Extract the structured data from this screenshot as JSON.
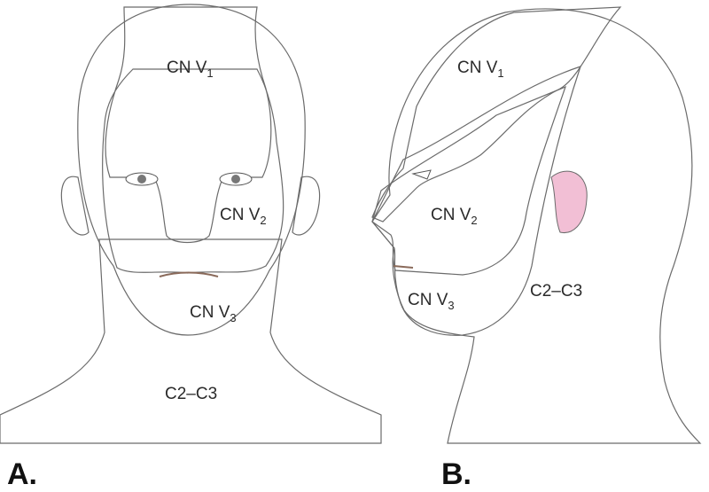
{
  "colors": {
    "cn_v1": "#c8e2a4",
    "cn_v2": "#f4efa2",
    "cn_v3": "#b8d2e6",
    "c2_c3": "#f2bfd5"
  },
  "panel_a": {
    "letter": "A.",
    "labels": {
      "v1": {
        "prefix": "CN V",
        "sub": "1"
      },
      "v2": {
        "prefix": "CN V",
        "sub": "2"
      },
      "v3": {
        "prefix": "CN V",
        "sub": "3"
      },
      "cervical": "C2–C3"
    }
  },
  "panel_b": {
    "letter": "B.",
    "labels": {
      "v1": {
        "prefix": "CN V",
        "sub": "1"
      },
      "v2": {
        "prefix": "CN V",
        "sub": "2"
      },
      "v3": {
        "prefix": "CN V",
        "sub": "3"
      },
      "cervical": "C2–C3"
    }
  }
}
